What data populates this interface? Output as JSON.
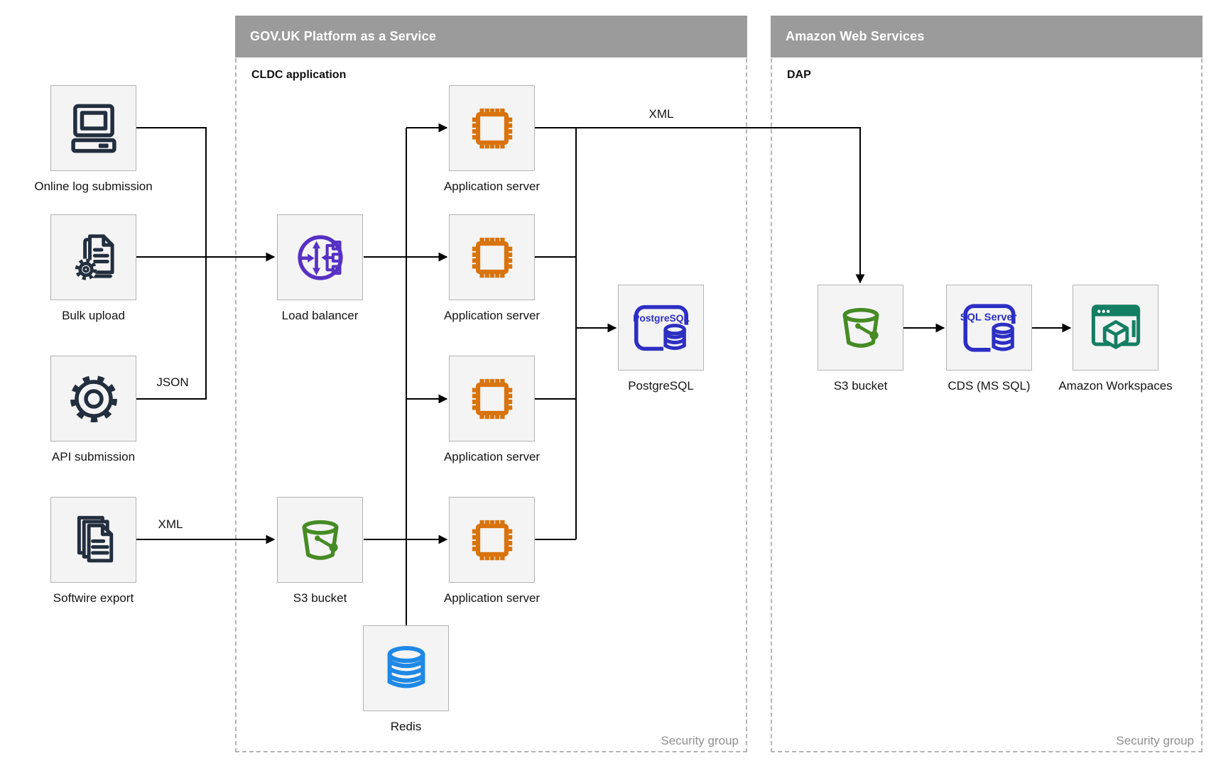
{
  "containers": {
    "govuk": {
      "title": "GOV.UK Platform as a Service",
      "sublabel": "CLDC application",
      "security_label": "Security group"
    },
    "aws": {
      "title": "Amazon Web Services",
      "sublabel": "DAP",
      "security_label": "Security group"
    }
  },
  "nodes": {
    "online_log_submission": {
      "label": "Online log submission"
    },
    "bulk_upload": {
      "label": "Bulk upload"
    },
    "api_submission": {
      "label": "API submission"
    },
    "softwire_export": {
      "label": "Softwire export"
    },
    "load_balancer": {
      "label": "Load balancer"
    },
    "s3_bucket_govuk": {
      "label": "S3 bucket"
    },
    "application_server": {
      "label": "Application server"
    },
    "postgresql": {
      "label": "PostgreSQL",
      "icon_text": "PostgreSQL"
    },
    "redis": {
      "label": "Redis"
    },
    "s3_bucket_aws": {
      "label": "S3 bucket"
    },
    "cds": {
      "label": "CDS (MS SQL)",
      "icon_text": "SQL Server"
    },
    "amazon_workspaces": {
      "label": "Amazon Workspaces"
    }
  },
  "edge_labels": {
    "json_edge": "JSON",
    "xml_softwire_edge": "XML",
    "xml_app_to_aws_edge": "XML"
  },
  "colors": {
    "header_gray": "#9b9b9b",
    "navy": "#232f3e",
    "purple": "#5731c3",
    "orange": "#d9730d",
    "green": "#468b25",
    "indigo": "#2d2fc3",
    "teal": "#137e62",
    "blue": "#1e88e5"
  }
}
